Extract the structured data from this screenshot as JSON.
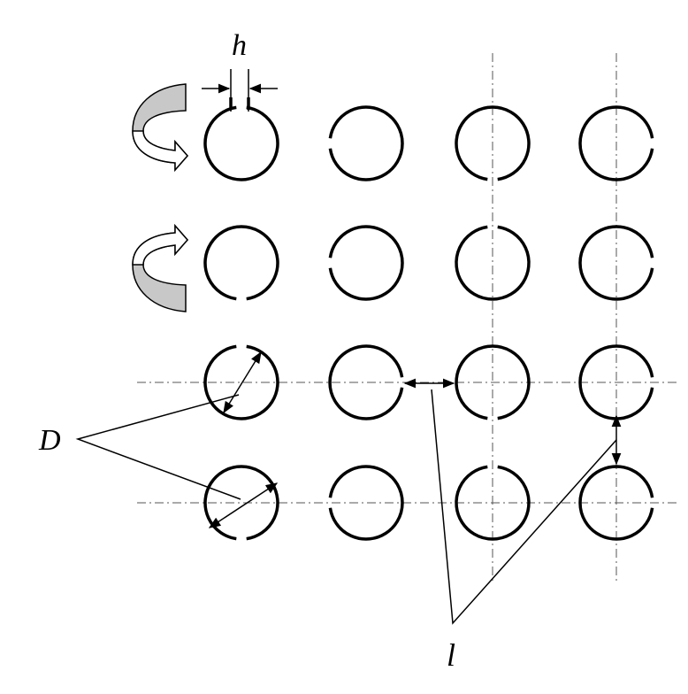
{
  "labels": {
    "gap_width": "h",
    "diameter": "D",
    "spacing": "l"
  },
  "grid": {
    "rows": 4,
    "columns": 4,
    "ring_openings_deg": [
      [
        270,
        180,
        90,
        0
      ],
      [
        90,
        180,
        270,
        0
      ],
      [
        270,
        0,
        90,
        0
      ],
      [
        90,
        180,
        270,
        0
      ]
    ]
  },
  "colors": {
    "ink": "#000000",
    "arrow_fill": "#c8c8c8",
    "background": "#ffffff"
  }
}
